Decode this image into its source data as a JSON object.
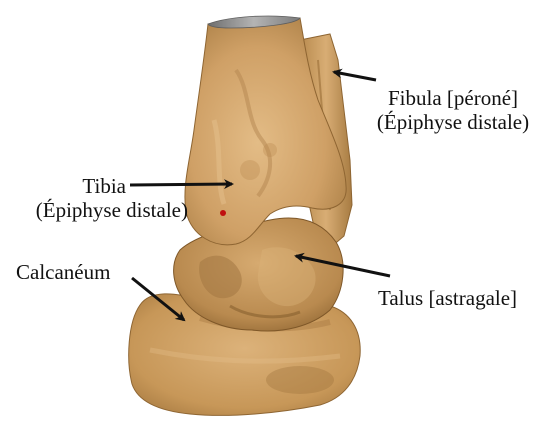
{
  "labels": {
    "fibula": {
      "line1": "Fibula [péroné]",
      "line2": "(Épiphyse distale)"
    },
    "tibia": {
      "line1": "Tibia",
      "line2": "(Épiphyse distale)"
    },
    "calcaneum": {
      "line1": "Calcanéum"
    },
    "talus": {
      "line1": "Talus [astragale]"
    }
  },
  "colors": {
    "bone": "#c99a5c",
    "bone_light": "#ddb47a",
    "bone_shadow": "#8e6532",
    "arrow": "#111111",
    "marker": "#c01010",
    "cut_surface": "#9a9a9a"
  }
}
